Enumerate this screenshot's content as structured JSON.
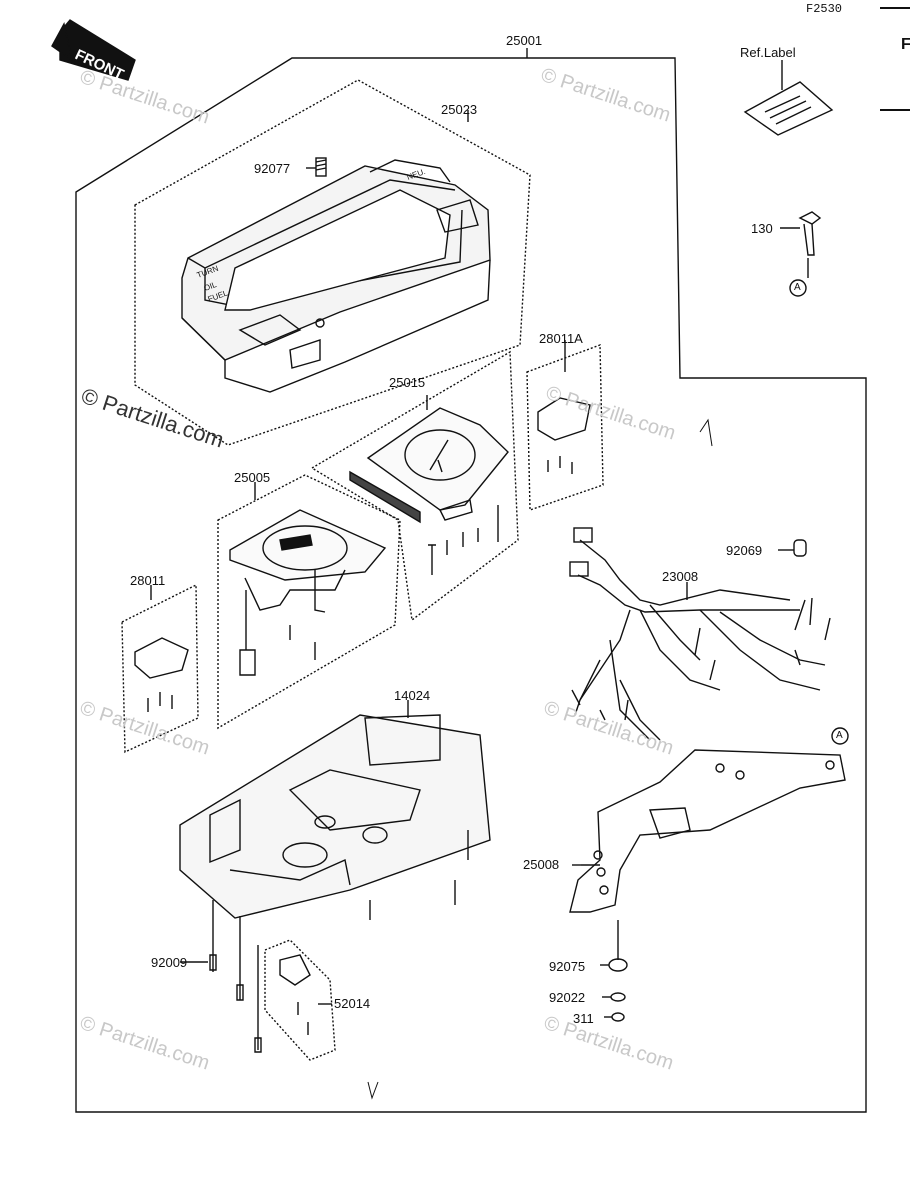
{
  "header": {
    "code": "F2530",
    "edge_mark": "F"
  },
  "front_badge": "FRONT",
  "ref_label": "Ref.Label",
  "marker": "A",
  "watermark": "© Partzilla.com",
  "instrument_tags": {
    "turn": "TURN",
    "oil": "OIL",
    "fuel": "FUEL",
    "neu": "NEU."
  },
  "parts": {
    "p25001": "25001",
    "p25023": "25023",
    "p92077": "92077",
    "p130": "130",
    "p28011A": "28011A",
    "p25015": "25015",
    "p25005": "25005",
    "p92069": "92069",
    "p23008": "23008",
    "p28011": "28011",
    "p14024": "14024",
    "p25008": "25008",
    "p92009": "92009",
    "p52014": "52014",
    "p92075": "92075",
    "p92022": "92022",
    "p311": "311"
  }
}
